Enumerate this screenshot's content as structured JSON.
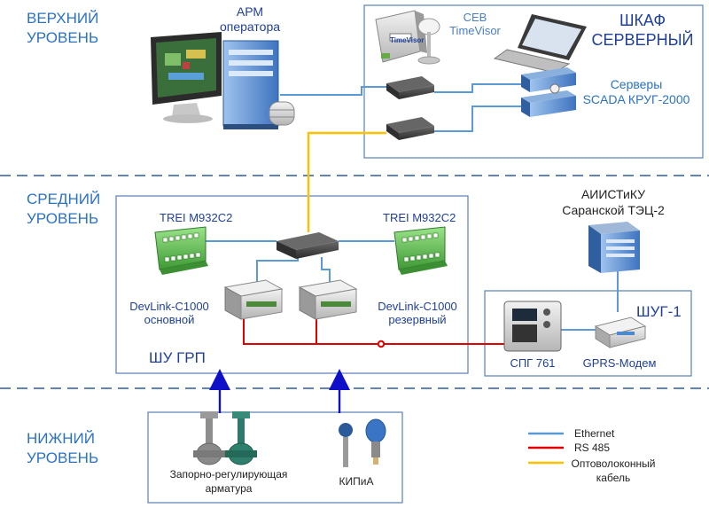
{
  "levels": {
    "upper": "ВЕРХНИЙ\nУРОВЕНЬ",
    "middle": "СРЕДНИЙ\nУРОВЕНЬ",
    "lower": "НИЖНИЙ\nУРОВЕНЬ"
  },
  "upper": {
    "arm_label": "АРМ\nоператора",
    "cabinet_title": "ШКАФ\nСЕРВЕРНЫЙ",
    "time_label": "СЕВ\nTimeVisor",
    "time_brand": "TimeVisor",
    "servers_label": "Серверы\nSCADA КРУГ-2000"
  },
  "middle": {
    "trei_left": "TREI M932C2",
    "trei_right": "TREI M932C2",
    "devlink_left": "DevLink-C1000\nосновной",
    "devlink_right": "DevLink-C1000\nрезервный",
    "shu_grp": "ШУ ГРП",
    "aiis_label": "АИИСТиКУ\nСаранской ТЭЦ-2",
    "shug_title": "ШУГ-1",
    "spg_label": "СПГ 761",
    "gprs_label": "GPRS-Модем"
  },
  "lower": {
    "valves_label": "Запорно-регулирующая\nарматура",
    "kip_label": "КИПиА"
  },
  "legend": {
    "ethernet": "Ethernet",
    "rs485": "RS 485",
    "fiber": "Оптоволоконный\nкабель"
  },
  "colors": {
    "ethernet": "#5b9bd5",
    "rs485": "#e00000",
    "fiber": "#ffc000",
    "arrow": "#1010c8",
    "frame": "#5a7fb5"
  }
}
